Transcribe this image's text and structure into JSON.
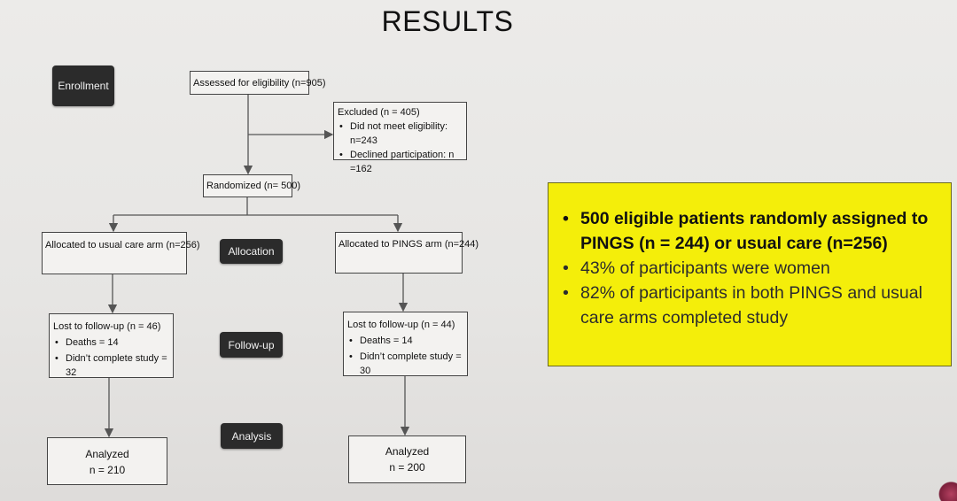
{
  "title": "RESULTS",
  "stages": {
    "enrollment": "Enrollment",
    "allocation": "Allocation",
    "follow_up": "Follow-up",
    "analysis": "Analysis"
  },
  "boxes": {
    "assessed": "Assessed for eligibility (n=905)",
    "excluded": {
      "heading": "Excluded (n = 405)",
      "items": [
        "Did not meet eligibility: n=243",
        "Declined participation: n =162"
      ]
    },
    "randomized": "Randomized  (n= 500)",
    "allocated_usual": "Allocated to usual care arm (n=256)",
    "allocated_pings": "Allocated to PINGS arm (n=244)",
    "lost_usual": {
      "heading": "Lost to follow-up (n = 46)",
      "items": [
        "Deaths = 14",
        "Didn’t complete study = 32"
      ]
    },
    "lost_pings": {
      "heading": "Lost to follow-up (n = 44)",
      "items": [
        "Deaths = 14",
        "Didn’t complete study = 30"
      ]
    },
    "analyzed_usual": {
      "line1": "Analyzed",
      "line2": "n = 210"
    },
    "analyzed_pings": {
      "line1": "Analyzed",
      "line2": "n = 200"
    }
  },
  "summary": {
    "bullets": [
      "500 eligible patients randomly assigned to PINGS (n = 244) or usual care (n=256)",
      "43% of participants were women",
      "82% of participants in both PINGS and usual care arms completed study"
    ]
  },
  "colors": {
    "callout_bg": "#f4ee0a",
    "stage_bg": "#2b2b2b",
    "connector": "#555555"
  }
}
